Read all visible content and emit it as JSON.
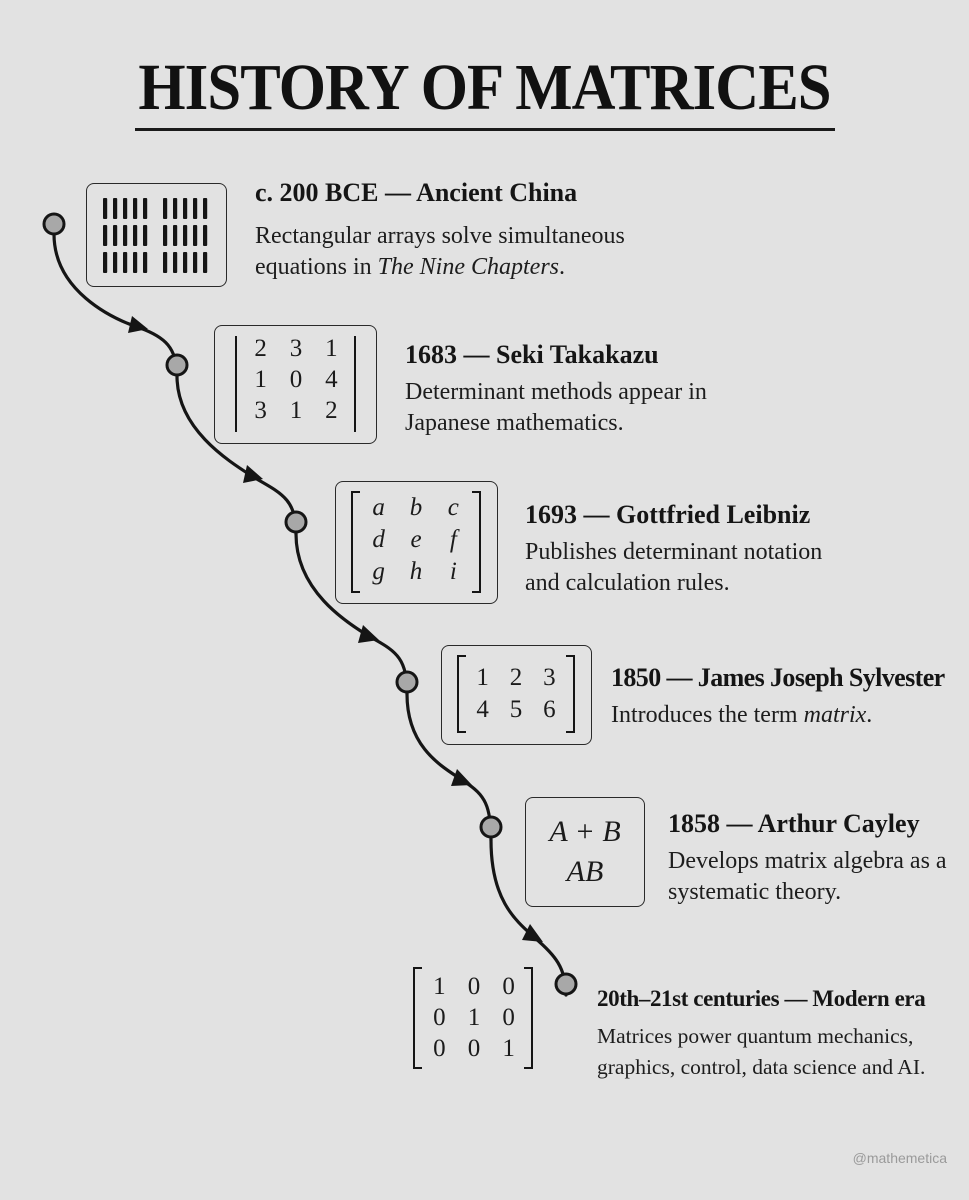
{
  "title": "HISTORY OF MATRICES",
  "events": [
    {
      "heading": "c. 200 BCE — Ancient China",
      "desc_lines": [
        "Rectangular arrays solve simultaneous"
      ],
      "desc_line2_pre": "equations in ",
      "desc_line2_italic": "The Nine Chapters",
      "desc_line2_post": ".",
      "icon": "rod-numerals-icon"
    },
    {
      "heading": "1683 — Seki Takakazu",
      "desc_lines": [
        "Determinant methods appear in",
        "Japanese mathematics."
      ],
      "matrix": [
        [
          "2",
          "3",
          "1"
        ],
        [
          "1",
          "0",
          "4"
        ],
        [
          "3",
          "1",
          "2"
        ]
      ]
    },
    {
      "heading": "1693 — Gottfried Leibniz",
      "desc_lines": [
        "Publishes determinant notation",
        "and calculation rules."
      ],
      "matrix": [
        [
          "a",
          "b",
          "c"
        ],
        [
          "d",
          "e",
          "f"
        ],
        [
          "g",
          "h",
          "i"
        ]
      ]
    },
    {
      "heading": "1850 — James Joseph Sylvester",
      "desc_pre": "Introduces the term ",
      "desc_italic": "matrix",
      "desc_post": ".",
      "matrix": [
        [
          "1",
          "2",
          "3"
        ],
        [
          "4",
          "5",
          "6"
        ]
      ]
    },
    {
      "heading": "1858 — Arthur Cayley",
      "desc_lines": [
        "Develops matrix algebra as a",
        "systematic theory."
      ],
      "formula": [
        "A + B",
        "AB"
      ]
    },
    {
      "heading": "20th–21st centuries — Modern era",
      "desc_lines": [
        "Matrices power quantum mechanics,",
        "graphics, control, data science and AI."
      ],
      "matrix": [
        [
          "1",
          "0",
          "0"
        ],
        [
          "0",
          "1",
          "0"
        ],
        [
          "0",
          "0",
          "1"
        ]
      ]
    }
  ],
  "credit": "@mathemetica"
}
